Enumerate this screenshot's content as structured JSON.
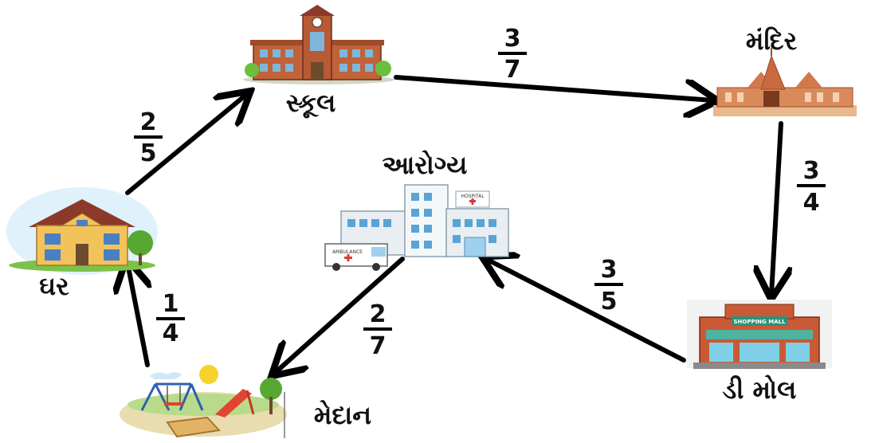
{
  "nodes": {
    "school": {
      "label": "સ્કૂલ"
    },
    "temple": {
      "label": "મંદિર"
    },
    "home": {
      "label": "ઘર"
    },
    "hospital": {
      "label": "આરોગ્ય",
      "sign": "HOSPITAL",
      "ambulance": "AMBULANCE"
    },
    "mall": {
      "label": "ડી મોલ",
      "sign": "SHOPPING MALL"
    },
    "ground": {
      "label": "મેદાન"
    }
  },
  "edges": {
    "home_school": {
      "num": "2",
      "den": "5"
    },
    "school_temple": {
      "num": "3",
      "den": "7"
    },
    "temple_mall": {
      "num": "3",
      "den": "4"
    },
    "mall_hospital": {
      "num": "3",
      "den": "5"
    },
    "hospital_ground": {
      "num": "2",
      "den": "7"
    },
    "ground_home": {
      "num": "1",
      "den": "4"
    }
  },
  "colors": {
    "arrow": "#000000",
    "brick": "#c0623a",
    "roof": "#8b3a2a",
    "grass": "#6cbf3c",
    "sky": "#dff1fb"
  }
}
